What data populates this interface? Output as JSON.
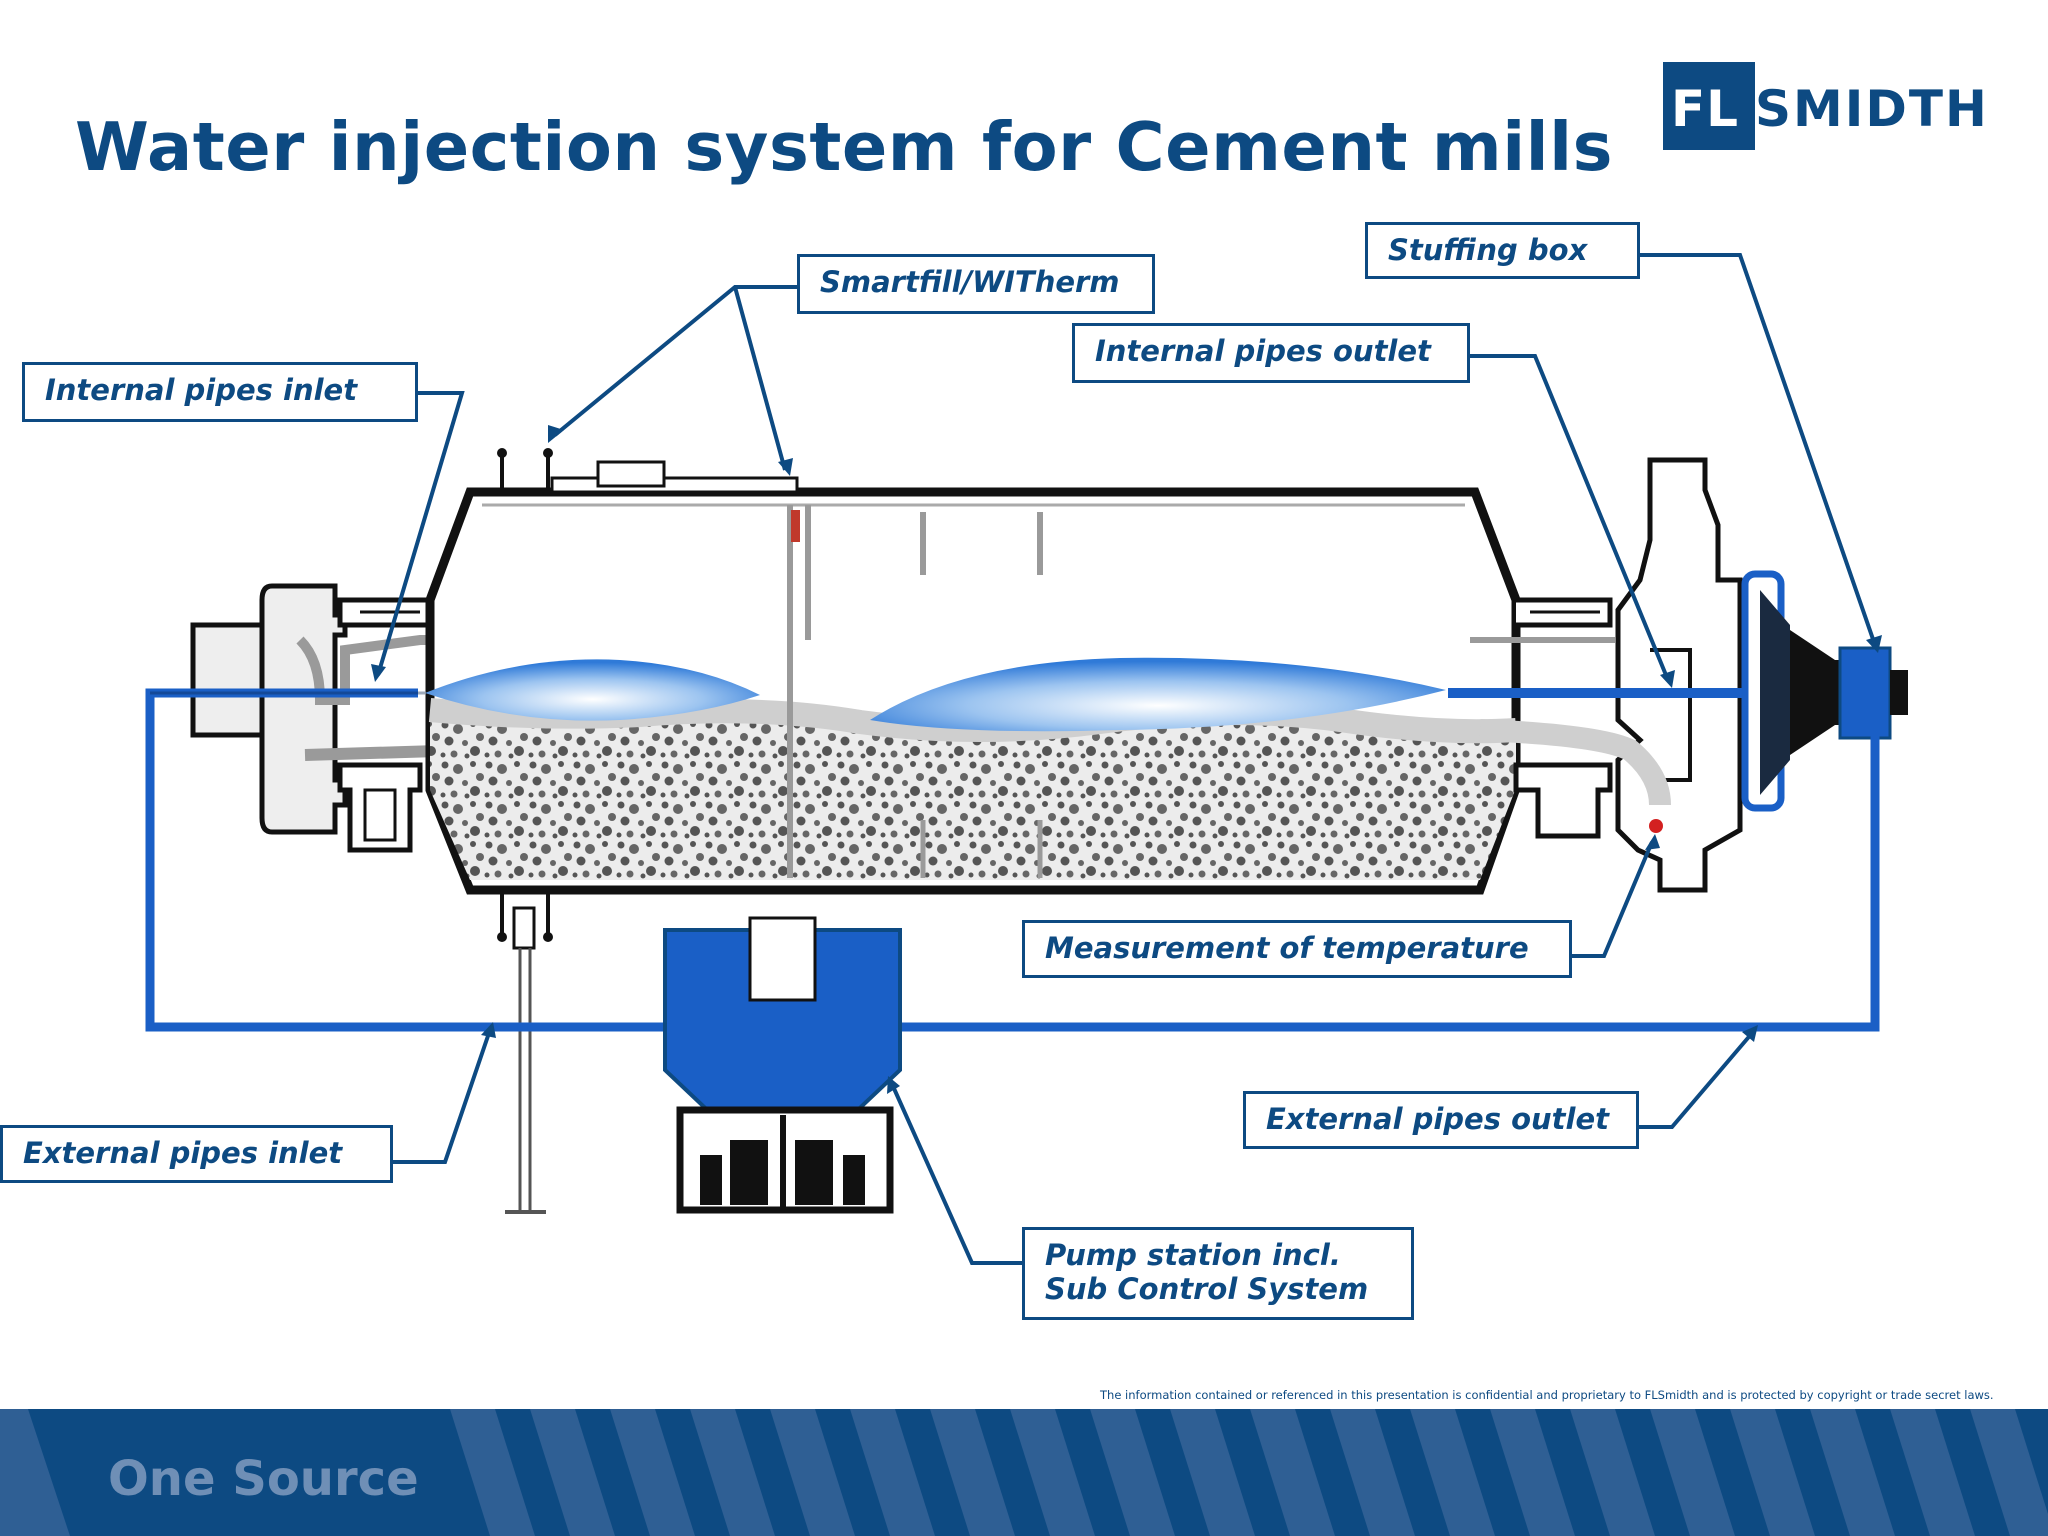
{
  "title": "Water injection system for Cement mills",
  "logo": {
    "part1": "FL",
    "part2": "SMIDTH"
  },
  "labels": {
    "smartfill": "Smartfill/WITherm",
    "stuffing_box": "Stuffing box",
    "internal_inlet": "Internal pipes inlet",
    "internal_outlet": "Internal pipes outlet",
    "measurement": "Measurement of temperature",
    "external_inlet": "External pipes inlet",
    "external_outlet": "External pipes outlet",
    "pump_line1": "Pump station incl.",
    "pump_line2": "Sub Control System"
  },
  "disclaimer": "The information contained or referenced in this presentation is confidential and proprietary to FLSmidth and is protected by copyright or trade secret laws.",
  "footer": {
    "text": "One Source"
  },
  "colors": {
    "brand": "#0d4a82",
    "pipe": "#1a5fc6",
    "spray": "#3a86dd",
    "footer": "#0d4a82"
  }
}
